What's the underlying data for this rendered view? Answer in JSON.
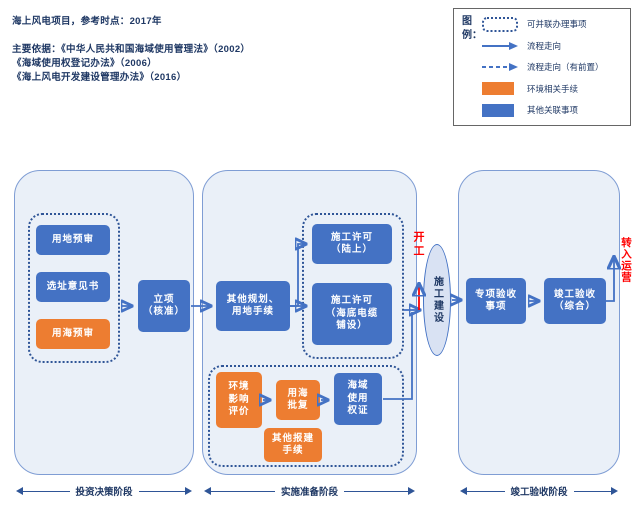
{
  "header": {
    "lines": [
      "海上风电项目，参考时点：2017年",
      "主要依据：《中华人民共和国海域使用管理法》（2002）",
      "《海域使用权登记办法》（2006）",
      "《海上风电开发建设管理办法》（2016）"
    ]
  },
  "legend": {
    "title": "图\n例：",
    "items": [
      {
        "label": "可并联办理事项",
        "icon": "dotted-parallel-box"
      },
      {
        "label": "流程走向",
        "icon": "solid-arrow"
      },
      {
        "label": "流程走向（有前置）",
        "icon": "dashed-arrow"
      },
      {
        "label": "环境相关手续",
        "icon": "orange-swatch"
      },
      {
        "label": "其他关联事项",
        "icon": "blue-swatch"
      }
    ]
  },
  "colors": {
    "blue_node": "#4472C4",
    "orange_node": "#ED7D31",
    "stage_background": "#EAF0F8",
    "accent_dark_blue": "#1F3864",
    "milestone_red": "#FF0000"
  },
  "diagram": {
    "stage1": {
      "label": "投资决策阶段",
      "nodes": {
        "land_prereview": "用地预审",
        "site_opinion": "选址意见书",
        "sea_prereview": "用海预审",
        "project_approval": "立项\n（核准）"
      }
    },
    "stage2": {
      "label": "实施准备阶段",
      "nodes": {
        "other_planning": "其他规划、\n用地手续",
        "construction_permit_land": "施工许可\n（陆上）",
        "construction_permit_cable": "施工许可\n（海底电缆\n铺设）",
        "eia": "环境\n影响\n评价",
        "sea_use_approval": "用海\n批复",
        "sea_use_cert": "海域\n使用\n权证",
        "other_filing": "其他报建\n手续"
      }
    },
    "stage3": {
      "label": "竣工验收阶段",
      "nodes": {
        "special_acceptance": "专项验收\n事项",
        "final_acceptance": "竣工验收\n（综合）"
      }
    },
    "milestones": {
      "start_construction": "开工",
      "construction": "施工建设",
      "to_operation": "转入运营"
    }
  }
}
